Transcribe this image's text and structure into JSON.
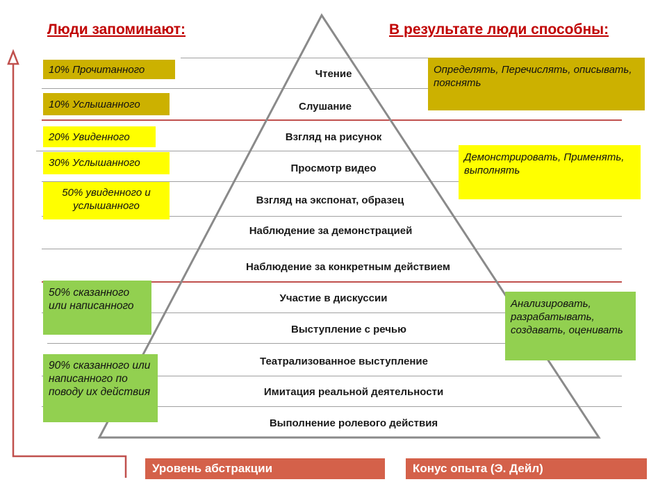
{
  "header": {
    "left_title": "Люди запоминают:",
    "right_title": "В результате люди способны:"
  },
  "pyramid_levels": [
    "Чтение",
    "Слушание",
    "Взгляд на рисунок",
    "Просмотр видео",
    "Взгляд на экспонат, образец",
    "Наблюдение за демонстрацией",
    "Наблюдение за конкретным действием",
    "Участие в дискуссии",
    "Выступление с речью",
    "Театрализованное выступление",
    "Имитация реальной деятельности",
    "Выполнение ролевого  действия"
  ],
  "remember": [
    "10% Прочитанного",
    "10% Услышанного",
    "20% Увиденного",
    "30% Услышанного",
    "50% увиденного  и услышанного",
    "50% сказанного или написанного",
    "90% сказанного или написанного по поводу их действия"
  ],
  "abilities": [
    "Определять, Перечислять, описывать, пояснять",
    "Демонстрировать, Применять, выполнять",
    "Анализировать, разрабатывать, создавать, оценивать"
  ],
  "footer": {
    "abstraction_label": "Уровень абстракции",
    "cone_label": "Конус опыта (Э. Дейл)"
  },
  "colors": {
    "title_red": "#c00000",
    "dark_yellow": "#ccb100",
    "yellow": "#ffff00",
    "green": "#92d050",
    "footer_orange": "#d4614a"
  }
}
